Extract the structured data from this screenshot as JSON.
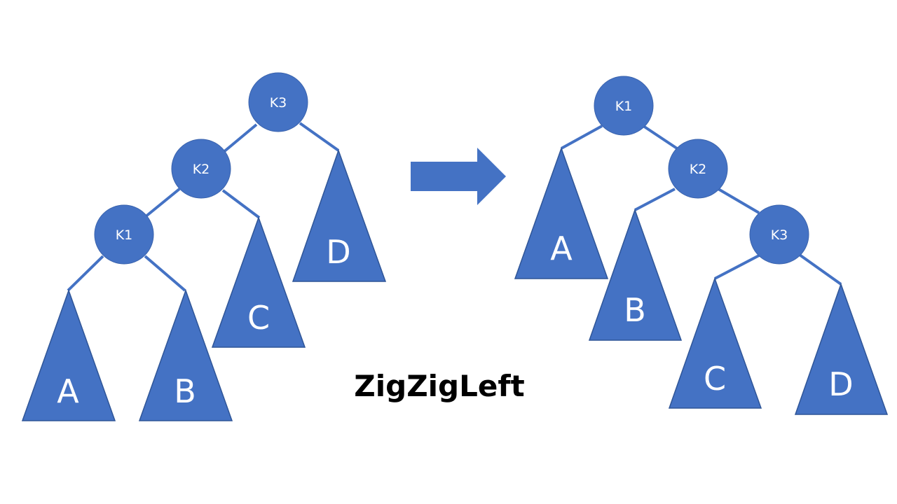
{
  "caption": "ZigZigLeft",
  "colors": {
    "shape_fill": "#4472C4",
    "text_on_shape": "#FFFFFF",
    "caption": "#000000"
  },
  "before": {
    "nodes": {
      "k3": "K3",
      "k2": "K2",
      "k1": "K1"
    },
    "subtrees": {
      "a": "A",
      "b": "B",
      "c": "C",
      "d": "D"
    }
  },
  "after": {
    "nodes": {
      "k1": "K1",
      "k2": "K2",
      "k3": "K3"
    },
    "subtrees": {
      "a": "A",
      "b": "B",
      "c": "C",
      "d": "D"
    }
  },
  "arrow_icon": "right-arrow"
}
